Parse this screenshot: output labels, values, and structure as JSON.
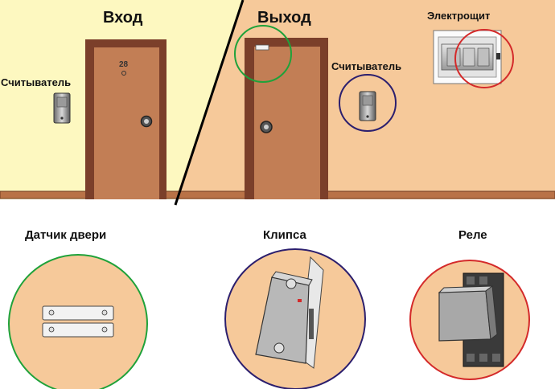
{
  "scene": {
    "entry_label": "Вход",
    "exit_label": "Выход",
    "reader_left_label": "Считыватель",
    "reader_right_label": "Считыватель",
    "panel_label": "Электрощит",
    "door_number": "28"
  },
  "details": {
    "door_sensor_label": "Датчик двери",
    "clip_label": "Клипса",
    "relay_label": "Реле"
  },
  "colors": {
    "wall_entry": "#fdf8c0",
    "wall_exit": "#f6c99a",
    "door": "#c27e55",
    "door_frame": "#7b3f2a",
    "sensor_highlight": "#1fa23a",
    "reader_highlight": "#2c1f6e",
    "relay_highlight": "#d42a2a"
  }
}
